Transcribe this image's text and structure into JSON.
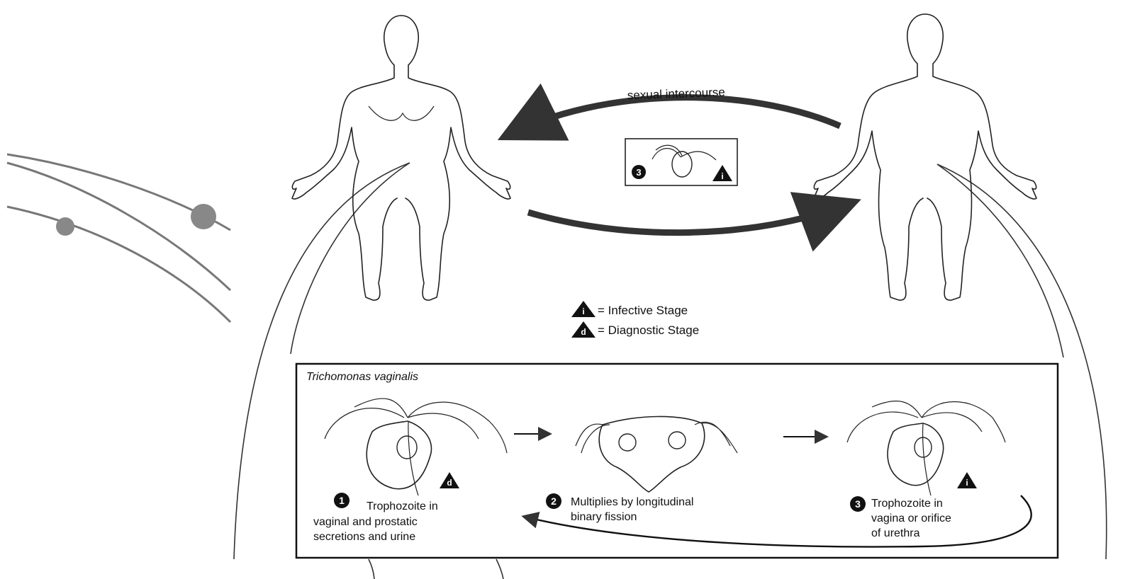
{
  "top": {
    "transmission_label": "sexual intercourse",
    "center_box": {
      "stage_number": "3",
      "stage_badge": "i"
    }
  },
  "legend": {
    "infective": {
      "badge": "i",
      "text": "= Infective Stage"
    },
    "diagnostic": {
      "badge": "d",
      "text": "= Diagnostic Stage"
    }
  },
  "lifecycle": {
    "title": "Trichomonas vaginalis",
    "stages": [
      {
        "number": "1",
        "badge": "d",
        "lines": [
          "Trophozoite in",
          "vaginal and prostatic",
          "secretions and urine"
        ]
      },
      {
        "number": "2",
        "badge": "",
        "lines": [
          "Multiplies by longitudinal",
          "binary fission"
        ]
      },
      {
        "number": "3",
        "badge": "i",
        "lines": [
          "Trophozoite in",
          "vagina or orifice",
          "of urethra"
        ]
      }
    ]
  },
  "colors": {
    "ink": "#111111",
    "decoration": "#777777",
    "dot": "#888888"
  }
}
